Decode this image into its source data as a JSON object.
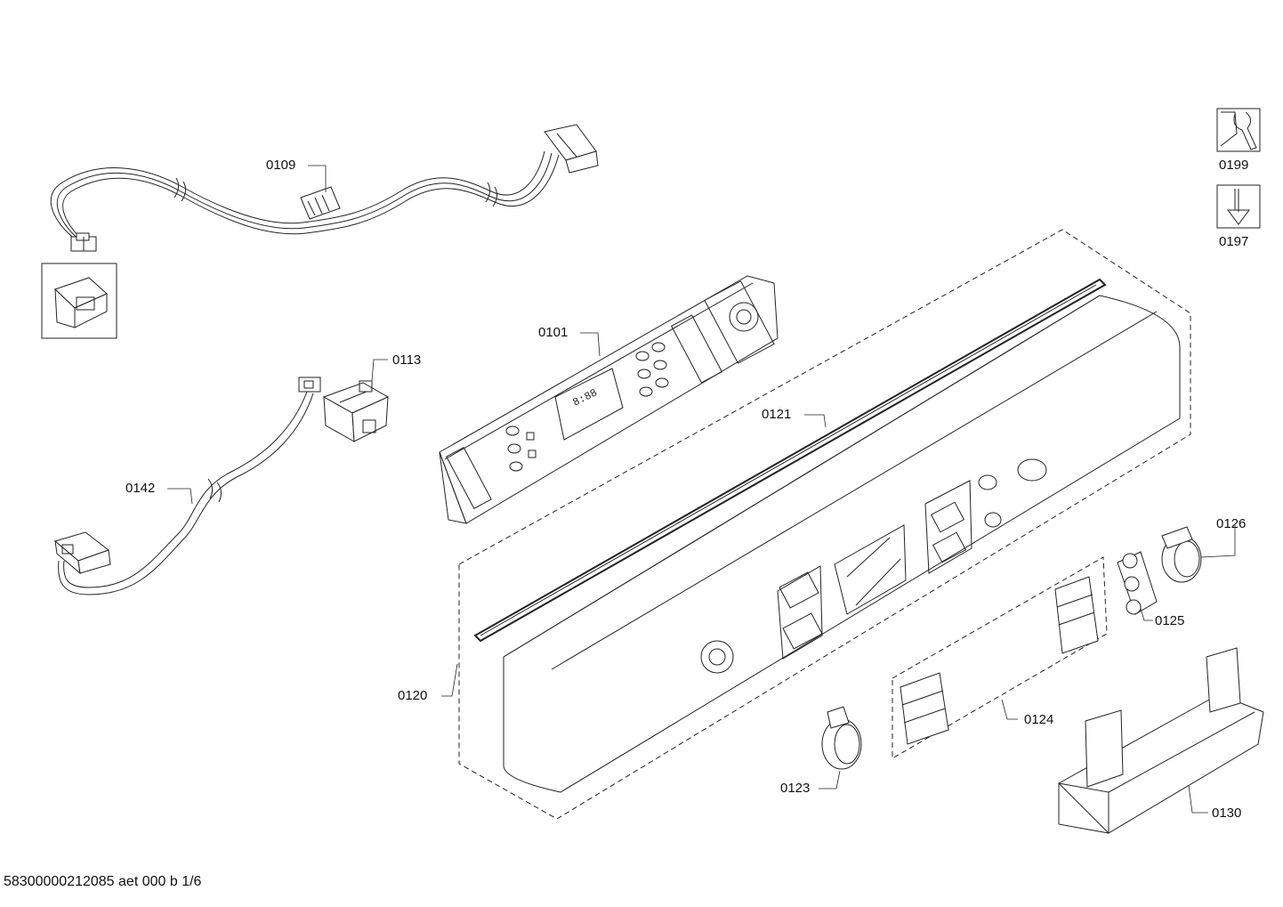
{
  "drawing": {
    "part_labels": {
      "p0101": "0101",
      "p0109": "0109",
      "p0113": "0113",
      "p0120": "0120",
      "p0121": "0121",
      "p0123": "0123",
      "p0124": "0124",
      "p0125": "0125",
      "p0126": "0126",
      "p0130": "0130",
      "p0142": "0142",
      "p0197": "0197",
      "p0199": "0199"
    },
    "footer": "58300000212085 aet 000 b 1/6",
    "icons": [
      "wrench-icon",
      "screwdriver-icon"
    ]
  }
}
